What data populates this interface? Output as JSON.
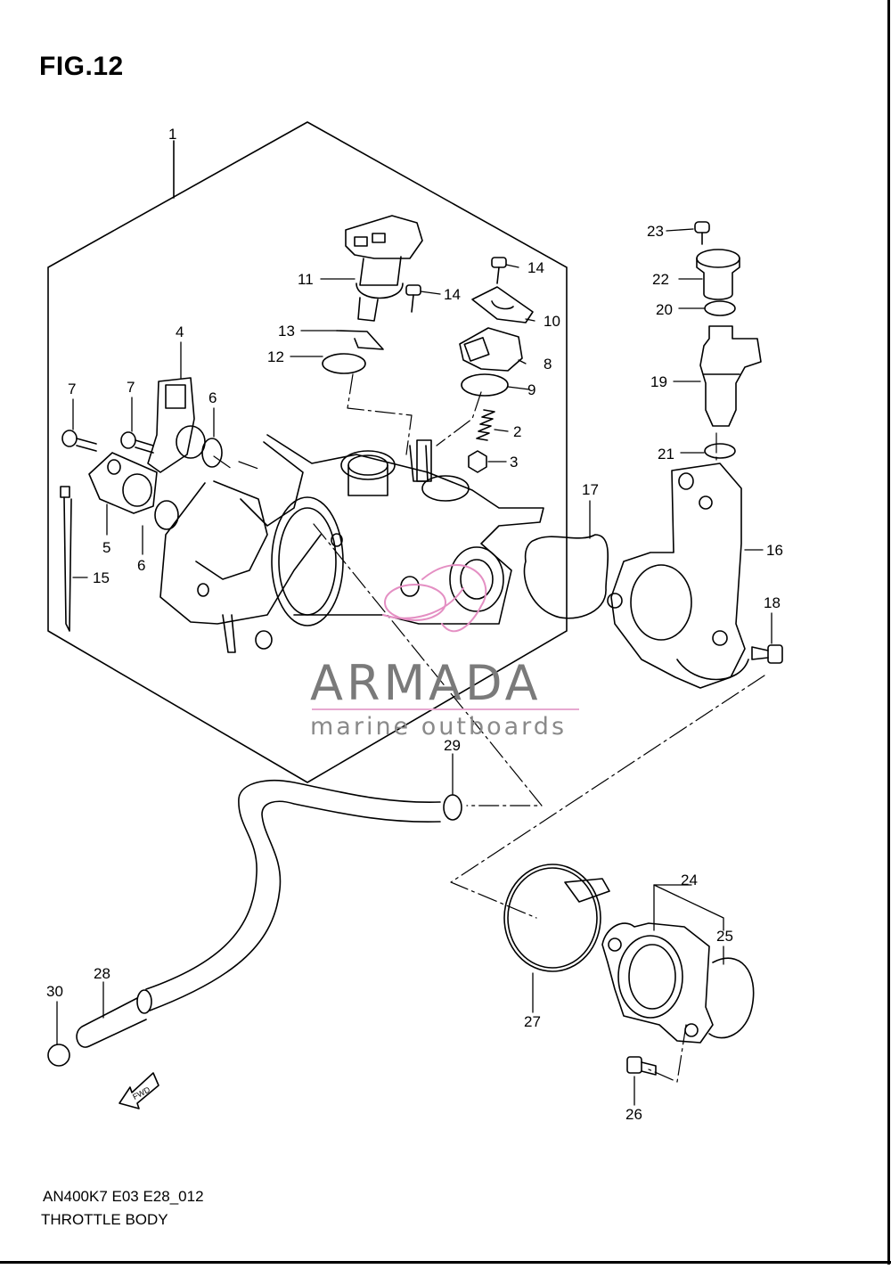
{
  "figure": {
    "title": "FIG.12"
  },
  "footer": {
    "model_code": "AN400K7 E03 E28_012",
    "title": "THROTTLE BODY"
  },
  "watermark": {
    "name": "ARMADA",
    "tagline": "marine outboards",
    "accent_color": "#e48fc3"
  },
  "callouts": [
    "1",
    "2",
    "3",
    "4",
    "5",
    "6",
    "6",
    "7",
    "7",
    "8",
    "9",
    "10",
    "11",
    "12",
    "13",
    "14",
    "14",
    "15",
    "16",
    "17",
    "18",
    "19",
    "20",
    "21",
    "22",
    "23",
    "24",
    "25",
    "26",
    "27",
    "28",
    "29",
    "30"
  ],
  "fwd_label": "FWD"
}
